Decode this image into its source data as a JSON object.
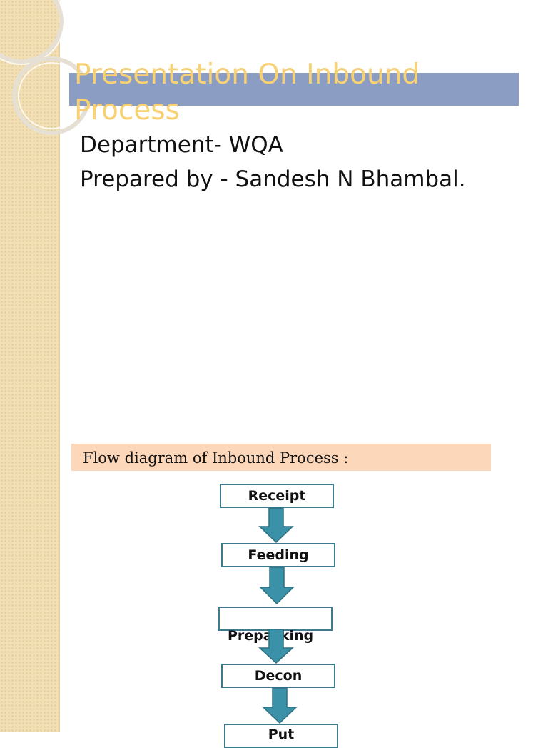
{
  "slide": {
    "title": "Presentation On Inbound Process",
    "department": "Department- WQA",
    "prepared_by": "Prepared  by - Sandesh N Bhambal."
  },
  "flow": {
    "heading": "Flow diagram of Inbound Process :",
    "steps": [
      {
        "label": "Receipt"
      },
      {
        "label": "Feeding"
      },
      {
        "label": "Prepacking"
      },
      {
        "label": "Decon"
      },
      {
        "label": "Put"
      }
    ]
  },
  "colors": {
    "title_text": "#f7d173",
    "title_band": "#8c9dc4",
    "side_strip": "#f2dfb3",
    "heading_band": "#fcd7b9",
    "arrow_fill": "#3b92a8",
    "box_border": "#3c7a8c"
  }
}
